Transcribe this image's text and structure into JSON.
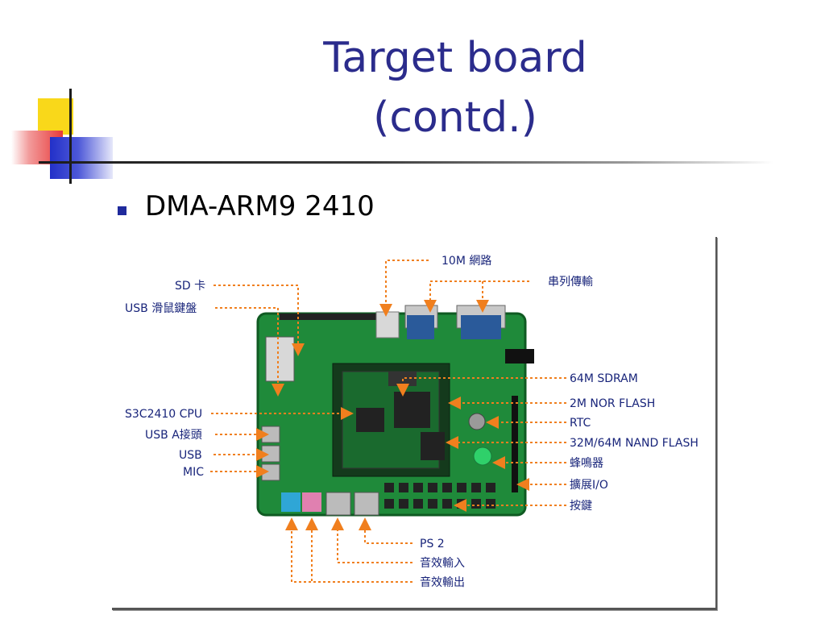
{
  "slide": {
    "title_line1": "Target board",
    "title_line2": "(contd.)",
    "bullet": "DMA-ARM9 2410"
  },
  "figure": {
    "labels": {
      "network": "10M 網路",
      "serial": "串列傳輸",
      "sd": "SD 卡",
      "usb_kb": "USB 滑鼠鍵盤",
      "cpu": "S3C2410 CPU",
      "usb_a": "USB A接頭",
      "usb": "USB",
      "mic": "MIC",
      "sdram": "64M SDRAM",
      "nor": "2M  NOR  FLASH",
      "rtc": "RTC",
      "nand": "32M/64M  NAND  FLASH",
      "buzzer": "蜂鳴器",
      "io": "擴展I/O",
      "keys": "按鍵",
      "ps2": "PS 2",
      "audio_in": "音效輸入",
      "audio_out": "音效輸出"
    },
    "colors": {
      "leader": "#f07f1e",
      "label": "#18247a",
      "board": "#1f8a3a"
    }
  }
}
